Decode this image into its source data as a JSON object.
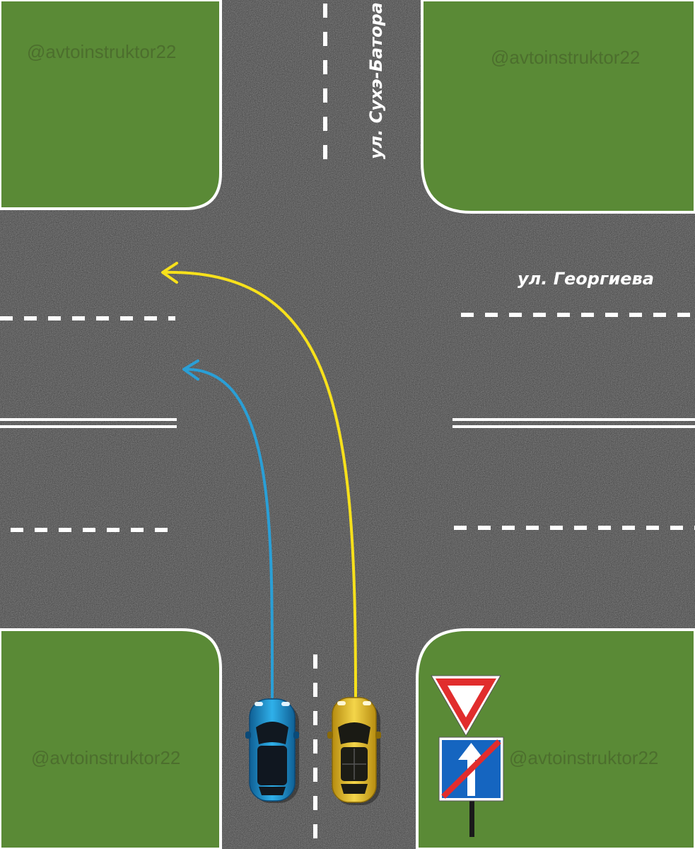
{
  "streets": {
    "vertical_name": "ул. Сухэ-Батора",
    "horizontal_name": "ул. Георгиева"
  },
  "watermarks": [
    "@avtoinstruktor22",
    "@avtoinstruktor22",
    "@avtoinstruktor22",
    "@avtoinstruktor22"
  ],
  "colors": {
    "grass": "#5a8a36",
    "asphalt": "#3b3b3b",
    "marking": "#ffffff",
    "blue_path": "#2a9fd6",
    "yellow_path": "#f7e11b",
    "blue_car": "#1e8fd0",
    "yellow_car": "#e9bf22",
    "sign_blue": "#1565c0",
    "sign_red": "#e12d2d"
  },
  "signs": [
    "give-way-sign",
    "end-of-one-way-road-sign"
  ],
  "vehicles": [
    "blue-car",
    "yellow-car"
  ]
}
